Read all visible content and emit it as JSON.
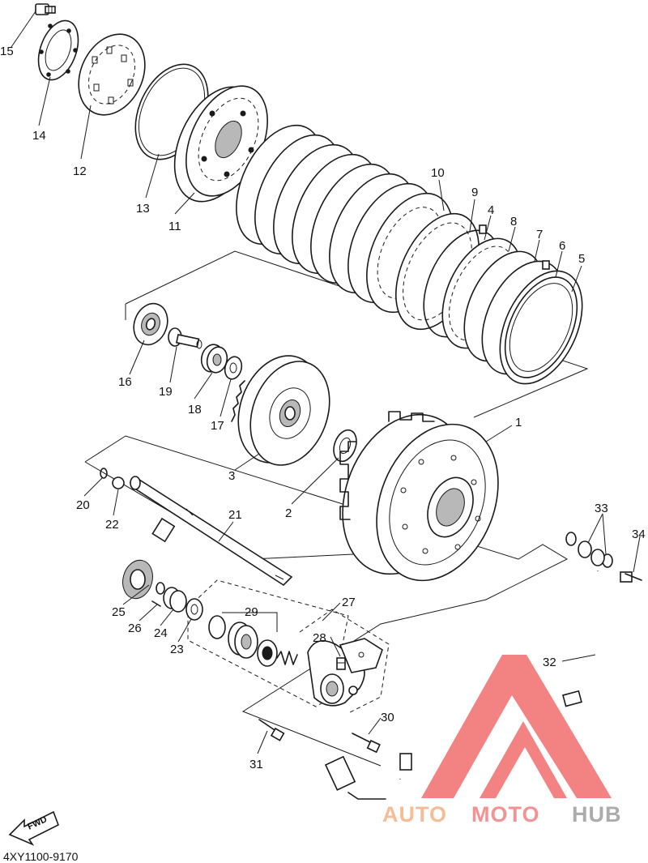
{
  "diagram": {
    "part_code": "4XY1100-9170",
    "direction_badge": "FWD",
    "callouts": [
      "1",
      "2",
      "3",
      "4",
      "5",
      "6",
      "7",
      "8",
      "9",
      "10",
      "11",
      "12",
      "13",
      "14",
      "15",
      "16",
      "17",
      "18",
      "19",
      "20",
      "21",
      "22",
      "23",
      "24",
      "25",
      "26",
      "27",
      "28",
      "29",
      "30",
      "31",
      "32",
      "33",
      "34"
    ]
  },
  "watermark": {
    "word_a": "AUTO",
    "word_b": "MOTO",
    "word_c": "HUB",
    "color_a": "#f4b183",
    "color_b": "#f08080",
    "color_c": "#9e9e9e",
    "logo_color": "#f26d6d"
  }
}
